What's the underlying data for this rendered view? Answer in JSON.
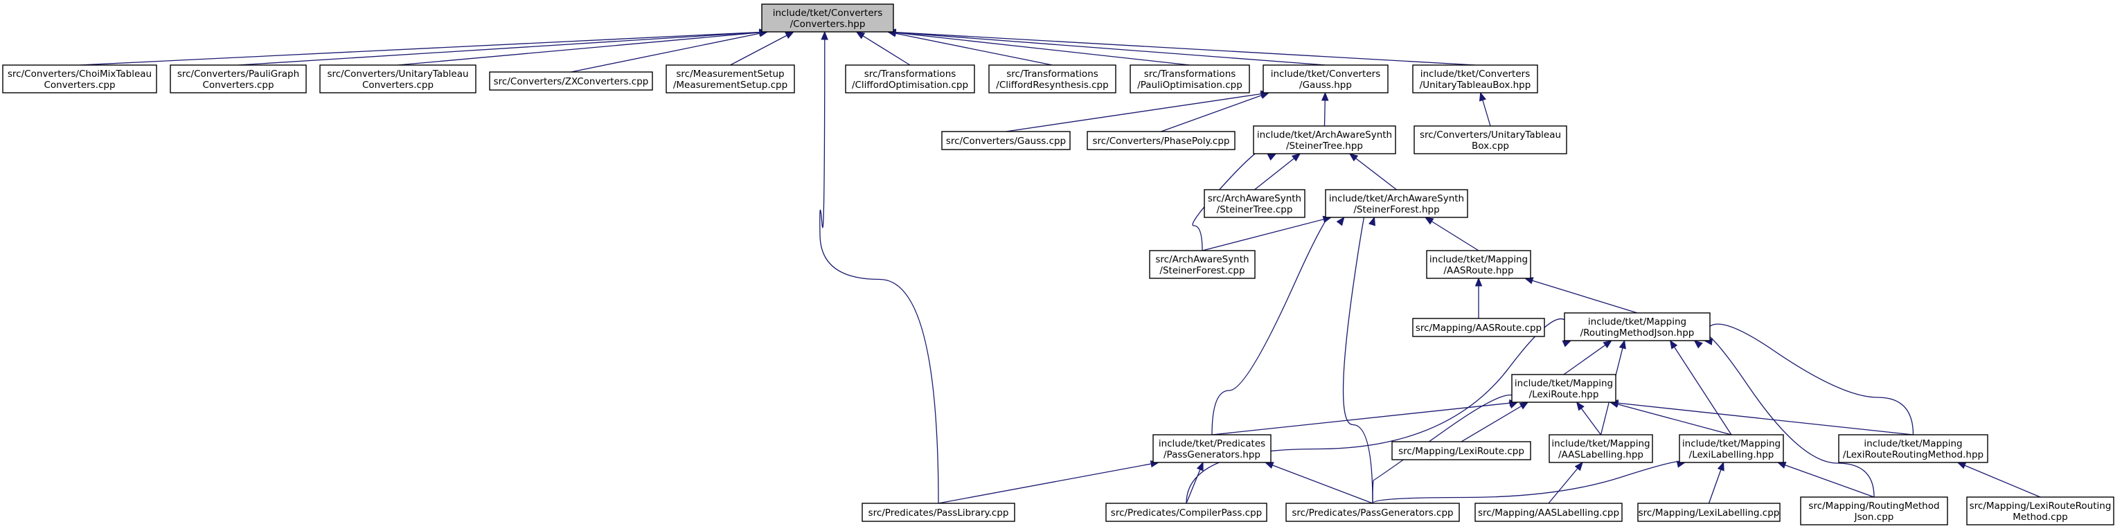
{
  "diagram": {
    "nodes": [
      {
        "id": "root",
        "lines": [
          "include/tket/Converters",
          "/Converters.hpp"
        ],
        "root": true
      },
      {
        "id": "choimix",
        "lines": [
          "src/Converters/ChoiMixTableau",
          "Converters.cpp"
        ]
      },
      {
        "id": "pauligraph",
        "lines": [
          "src/Converters/PauliGraph",
          "Converters.cpp"
        ]
      },
      {
        "id": "unitarytab",
        "lines": [
          "src/Converters/UnitaryTableau",
          "Converters.cpp"
        ]
      },
      {
        "id": "zx",
        "lines": [
          "src/Converters/ZXConverters.cpp"
        ]
      },
      {
        "id": "measure",
        "lines": [
          "src/MeasurementSetup",
          "/MeasurementSetup.cpp"
        ]
      },
      {
        "id": "cliffopt",
        "lines": [
          "src/Transformations",
          "/CliffordOptimisation.cpp"
        ]
      },
      {
        "id": "cliffres",
        "lines": [
          "src/Transformations",
          "/CliffordResynthesis.cpp"
        ]
      },
      {
        "id": "pauliopt",
        "lines": [
          "src/Transformations",
          "/PauliOptimisation.cpp"
        ]
      },
      {
        "id": "gausshpp",
        "lines": [
          "include/tket/Converters",
          "/Gauss.hpp"
        ]
      },
      {
        "id": "utbhpp",
        "lines": [
          "include/tket/Converters",
          "/UnitaryTableauBox.hpp"
        ]
      },
      {
        "id": "gausscpp",
        "lines": [
          "src/Converters/Gauss.cpp"
        ]
      },
      {
        "id": "phasepoly",
        "lines": [
          "src/Converters/PhasePoly.cpp"
        ]
      },
      {
        "id": "steinertreehpp",
        "lines": [
          "include/tket/ArchAwareSynth",
          "/SteinerTree.hpp"
        ]
      },
      {
        "id": "utbcpp",
        "lines": [
          "src/Converters/UnitaryTableau",
          "Box.cpp"
        ]
      },
      {
        "id": "steinertreecpp",
        "lines": [
          "src/ArchAwareSynth",
          "/SteinerTree.cpp"
        ]
      },
      {
        "id": "steinerforesthpp",
        "lines": [
          "include/tket/ArchAwareSynth",
          "/SteinerForest.hpp"
        ]
      },
      {
        "id": "steinerforestcpp",
        "lines": [
          "src/ArchAwareSynth",
          "/SteinerForest.cpp"
        ]
      },
      {
        "id": "aasroutehpp",
        "lines": [
          "include/tket/Mapping",
          "/AASRoute.hpp"
        ]
      },
      {
        "id": "aasroutecpp",
        "lines": [
          "src/Mapping/AASRoute.cpp"
        ]
      },
      {
        "id": "rmjsonhpp",
        "lines": [
          "include/tket/Mapping",
          "/RoutingMethodJson.hpp"
        ]
      },
      {
        "id": "lexiroutehpp",
        "lines": [
          "include/tket/Mapping",
          "/LexiRoute.hpp"
        ]
      },
      {
        "id": "passgenhpp",
        "lines": [
          "include/tket/Predicates",
          "/PassGenerators.hpp"
        ]
      },
      {
        "id": "lexiroutecpp",
        "lines": [
          "src/Mapping/LexiRoute.cpp"
        ]
      },
      {
        "id": "aaslabhpp",
        "lines": [
          "include/tket/Mapping",
          "/AASLabelling.hpp"
        ]
      },
      {
        "id": "lexilabhpp",
        "lines": [
          "include/tket/Mapping",
          "/LexiLabelling.hpp"
        ]
      },
      {
        "id": "lrrmhpp",
        "lines": [
          "include/tket/Mapping",
          "/LexiRouteRoutingMethod.hpp"
        ]
      },
      {
        "id": "passlib",
        "lines": [
          "src/Predicates/PassLibrary.cpp"
        ]
      },
      {
        "id": "compilerpass",
        "lines": [
          "src/Predicates/CompilerPass.cpp"
        ]
      },
      {
        "id": "passgencpp",
        "lines": [
          "src/Predicates/PassGenerators.cpp"
        ]
      },
      {
        "id": "aaslabcpp",
        "lines": [
          "src/Mapping/AASLabelling.cpp"
        ]
      },
      {
        "id": "lexilabcpp",
        "lines": [
          "src/Mapping/LexiLabelling.cpp"
        ]
      },
      {
        "id": "rmjsoncpp",
        "lines": [
          "src/Mapping/RoutingMethod",
          "Json.cpp"
        ]
      },
      {
        "id": "lrrmcpp",
        "lines": [
          "src/Mapping/LexiRouteRouting",
          "Method.cpp"
        ]
      }
    ],
    "edges": [
      [
        "choimix",
        "root"
      ],
      [
        "pauligraph",
        "root"
      ],
      [
        "unitarytab",
        "root"
      ],
      [
        "zx",
        "root"
      ],
      [
        "measure",
        "root"
      ],
      [
        "cliffopt",
        "root"
      ],
      [
        "cliffres",
        "root"
      ],
      [
        "pauliopt",
        "root"
      ],
      [
        "gausshpp",
        "root"
      ],
      [
        "utbhpp",
        "root"
      ],
      [
        "passlib",
        "root"
      ],
      [
        "gausscpp",
        "gausshpp"
      ],
      [
        "phasepoly",
        "gausshpp"
      ],
      [
        "steinertreehpp",
        "gausshpp"
      ],
      [
        "utbcpp",
        "utbhpp"
      ],
      [
        "steinertreecpp",
        "steinertreehpp"
      ],
      [
        "steinerforesthpp",
        "steinertreehpp"
      ],
      [
        "steinerforestcpp",
        "steinertreehpp"
      ],
      [
        "steinerforestcpp",
        "steinerforesthpp"
      ],
      [
        "aasroutehpp",
        "steinerforesthpp"
      ],
      [
        "passgenhpp",
        "steinerforesthpp"
      ],
      [
        "passgencpp",
        "steinerforesthpp"
      ],
      [
        "aasroutecpp",
        "aasroutehpp"
      ],
      [
        "rmjsonhpp",
        "aasroutehpp"
      ],
      [
        "lexiroutehpp",
        "rmjsonhpp"
      ],
      [
        "aaslabhpp",
        "rmjsonhpp"
      ],
      [
        "lexilabhpp",
        "rmjsonhpp"
      ],
      [
        "lrrmhpp",
        "rmjsonhpp"
      ],
      [
        "rmjsoncpp",
        "rmjsonhpp"
      ],
      [
        "compilerpass",
        "rmjsonhpp"
      ],
      [
        "passgenhpp",
        "lexiroutehpp"
      ],
      [
        "lexiroutecpp",
        "lexiroutehpp"
      ],
      [
        "aaslabhpp",
        "lexiroutehpp"
      ],
      [
        "lexilabhpp",
        "lexiroutehpp"
      ],
      [
        "lrrmhpp",
        "lexiroutehpp"
      ],
      [
        "passgencpp",
        "lexiroutehpp"
      ],
      [
        "passlib",
        "passgenhpp"
      ],
      [
        "compilerpass",
        "passgenhpp"
      ],
      [
        "passgencpp",
        "passgenhpp"
      ],
      [
        "aaslabcpp",
        "aaslabhpp"
      ],
      [
        "passgencpp",
        "lexilabhpp"
      ],
      [
        "lexilabcpp",
        "lexilabhpp"
      ],
      [
        "rmjsoncpp",
        "lexilabhpp"
      ],
      [
        "lrrmcpp",
        "lrrmhpp"
      ]
    ]
  }
}
